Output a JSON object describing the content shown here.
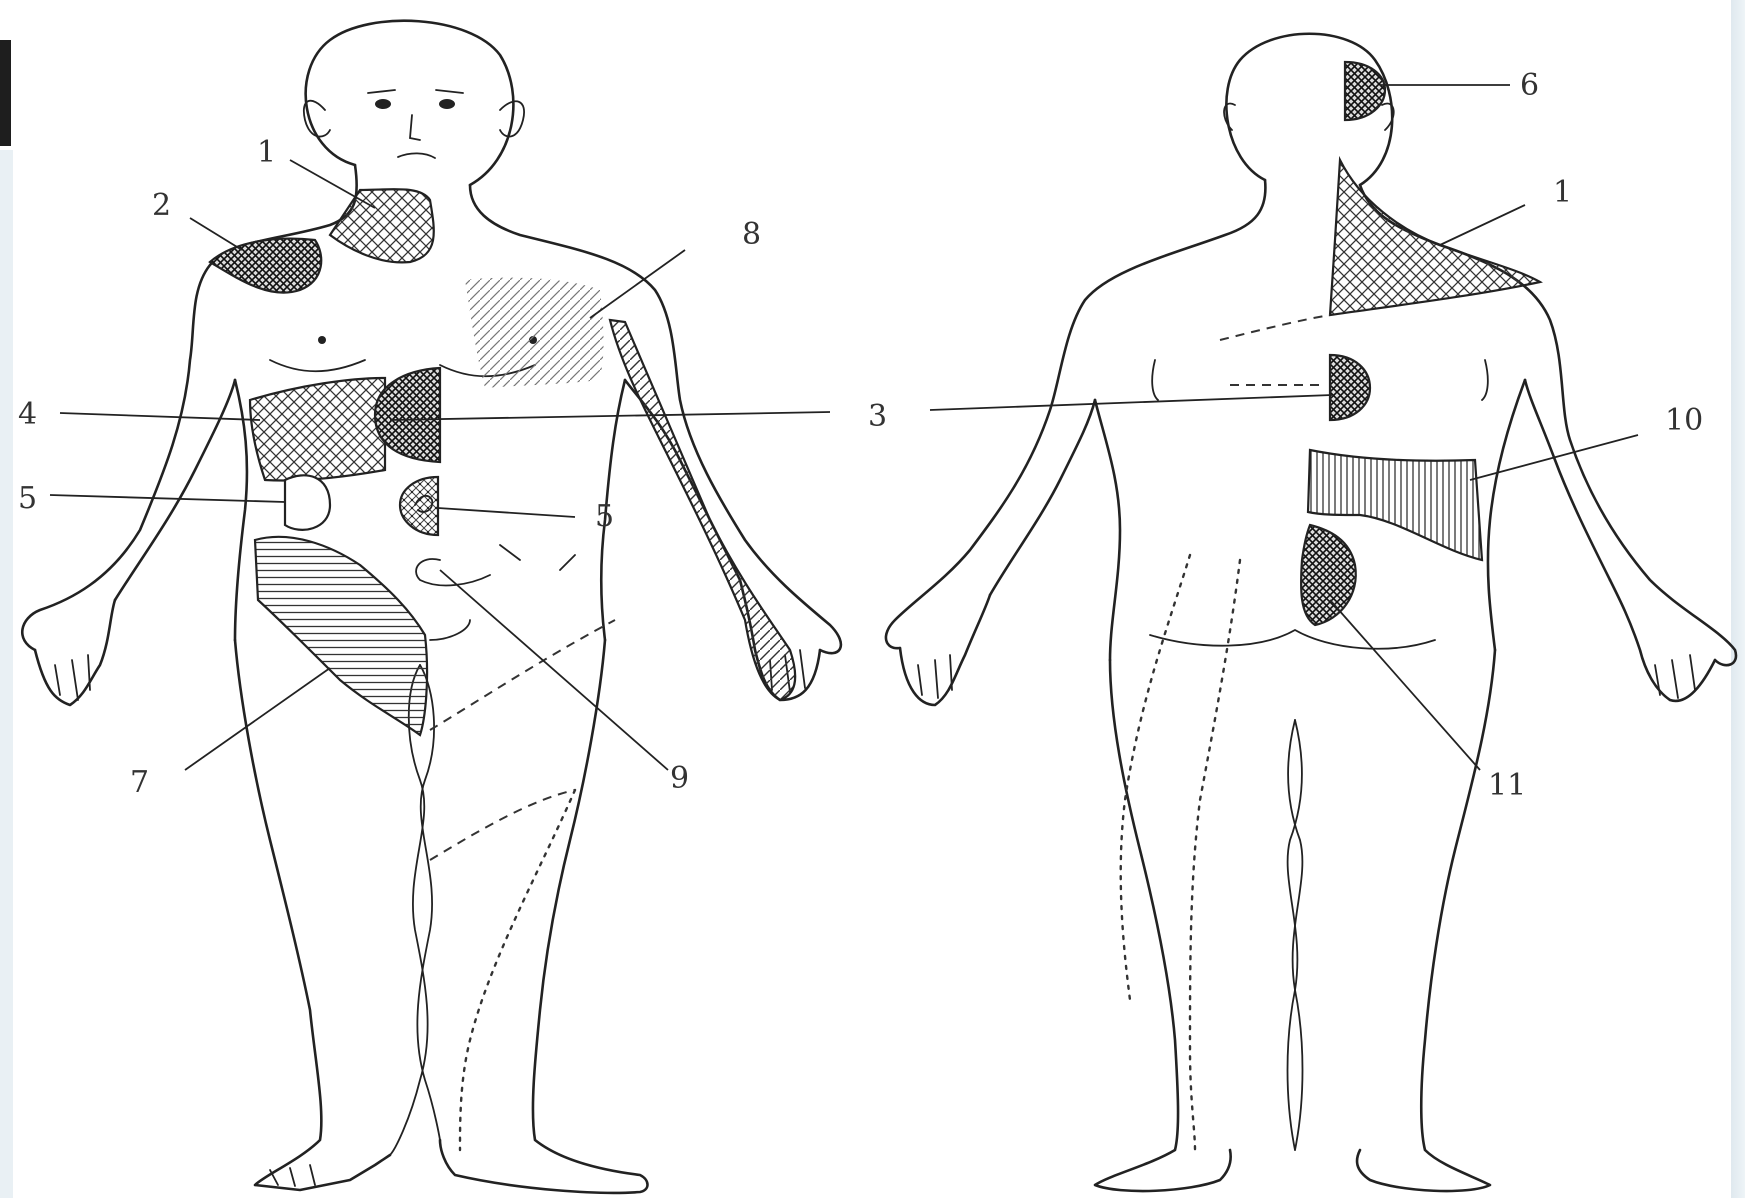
{
  "labels": {
    "front": {
      "l1": "1",
      "l2": "2",
      "l3": "3",
      "l4": "4",
      "l5a": "5",
      "l5b": "5",
      "l7": "7",
      "l8": "8",
      "l9": "9"
    },
    "back": {
      "l1": "1",
      "l6": "6",
      "l10": "10",
      "l11": "11"
    }
  },
  "colors": {
    "line": "#222222",
    "slide_tab": "#1e1e1e",
    "slide_strip": "#e3ecf1"
  }
}
